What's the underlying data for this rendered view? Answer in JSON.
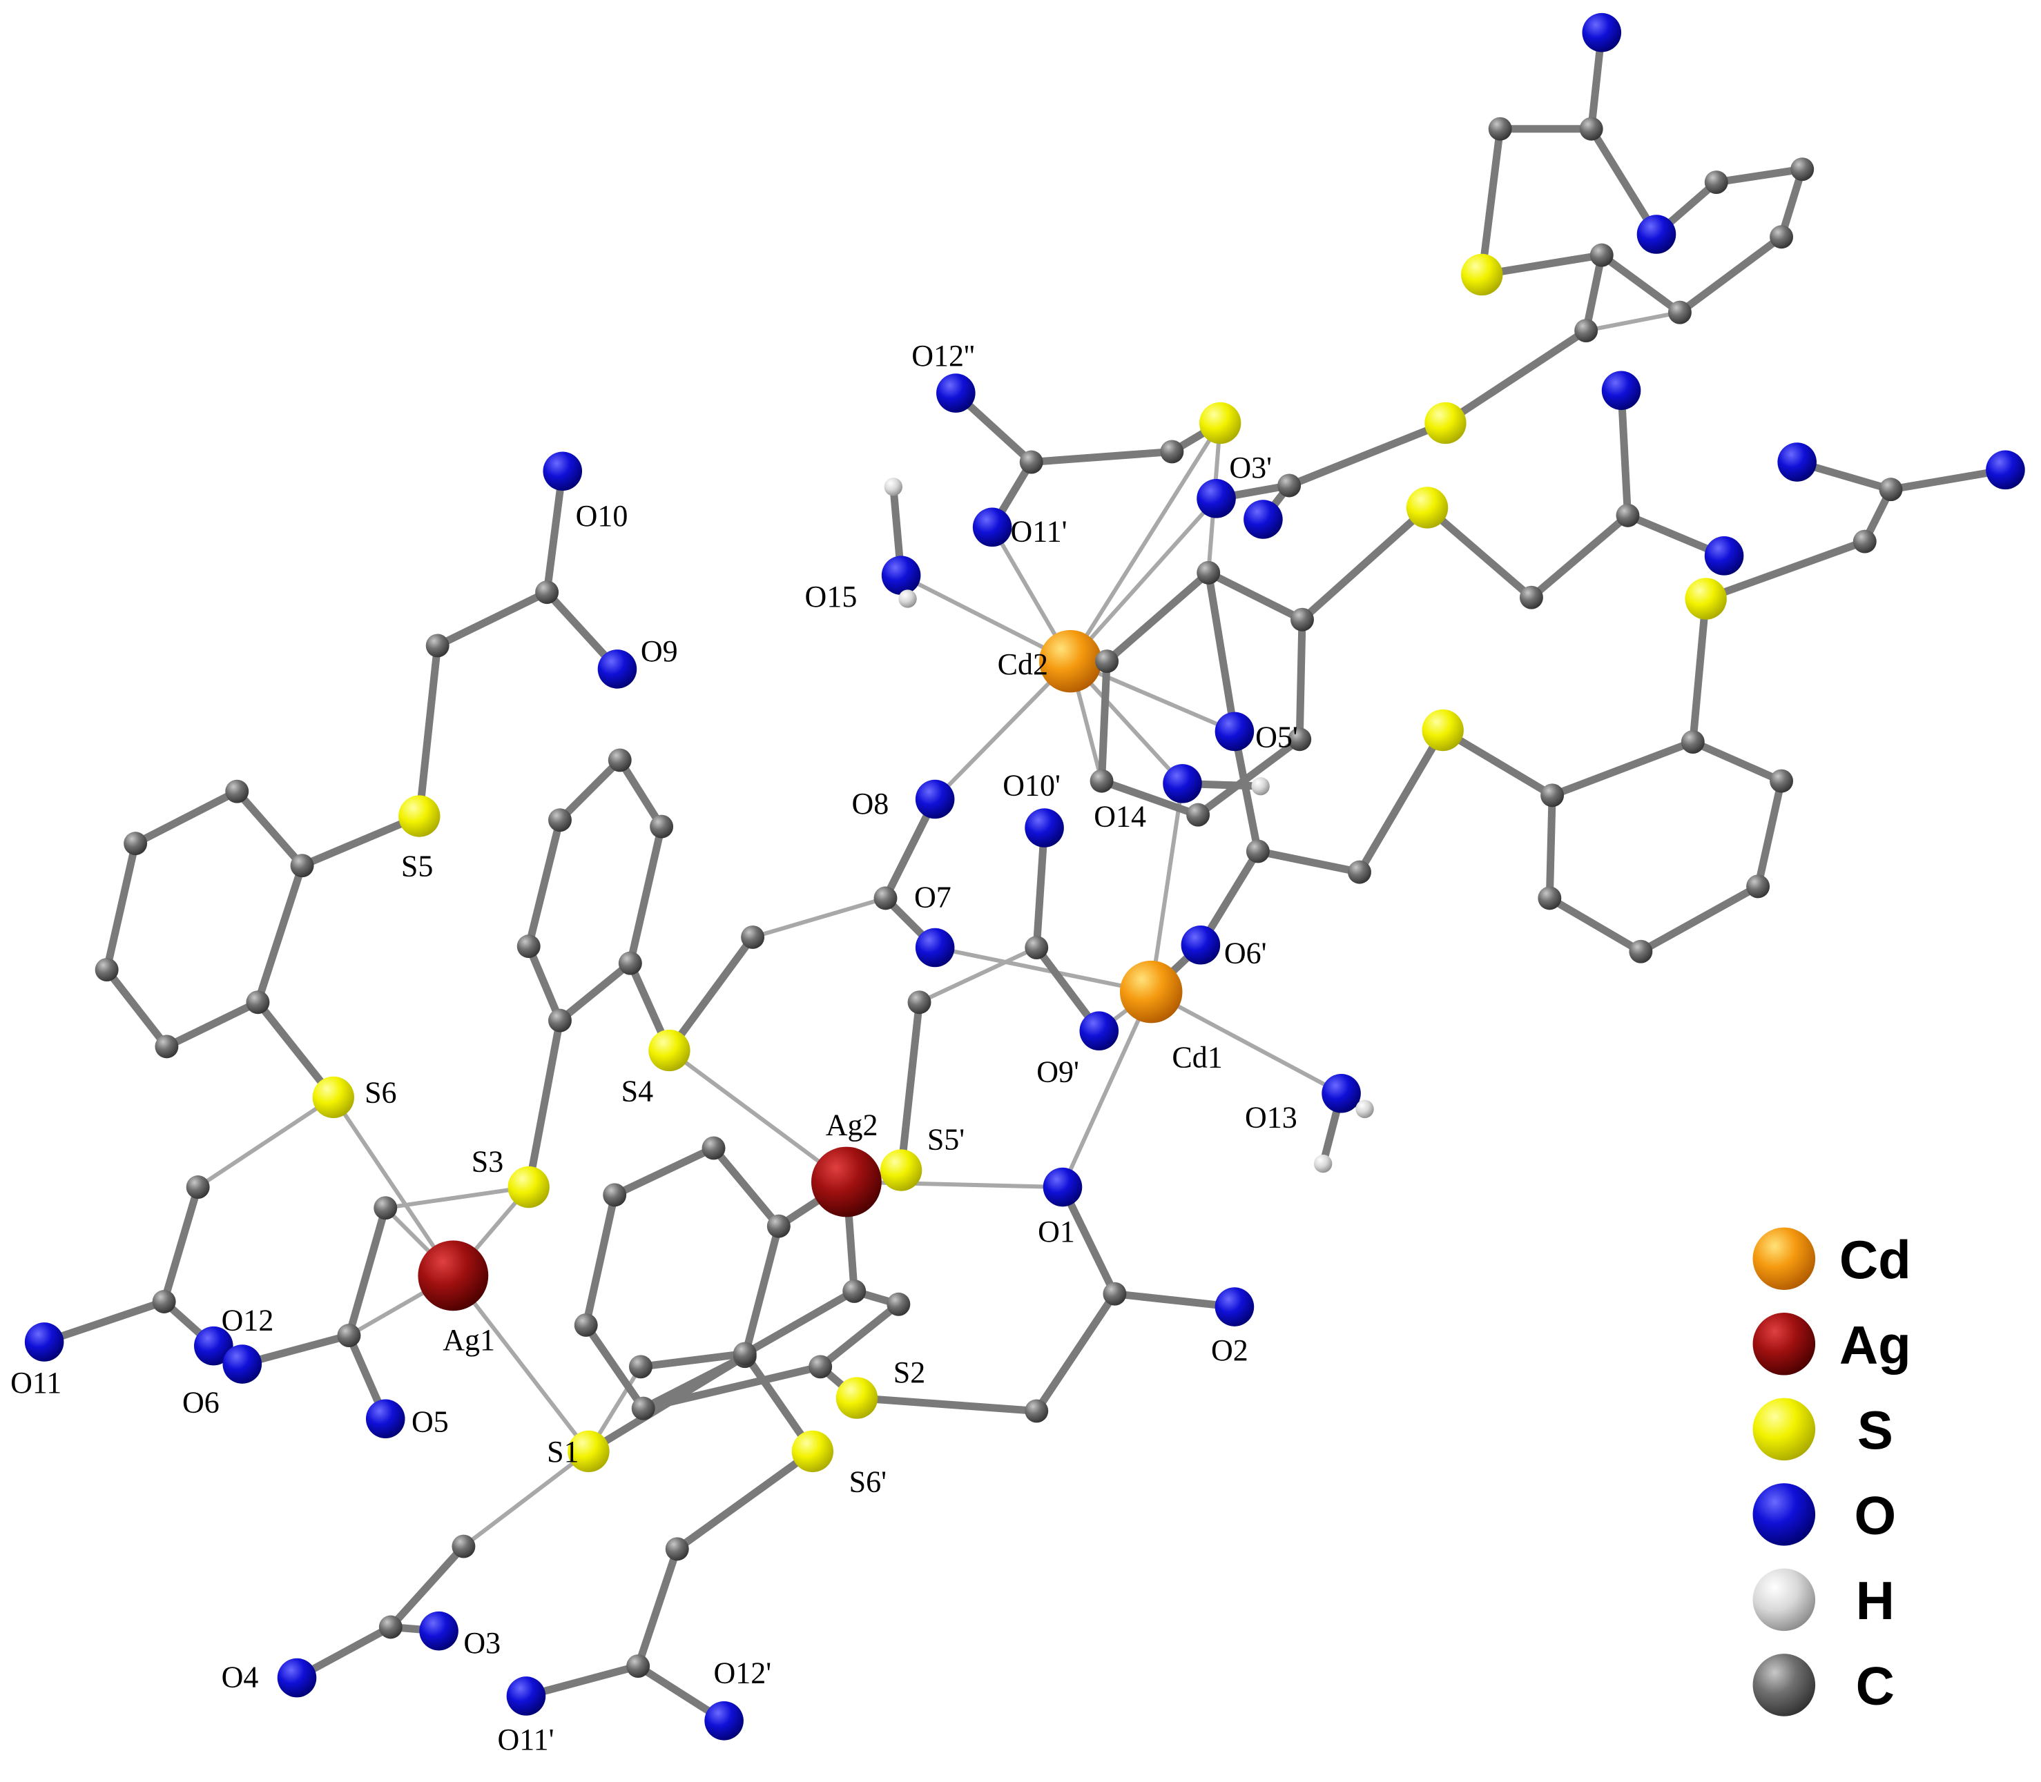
{
  "element_colors": {
    "Cd": "#f59a10",
    "Ag": "#a01010",
    "S": "#f2f200",
    "O": "#1010d8",
    "H": "#d8d8d8",
    "C": "#707070"
  },
  "legend": [
    {
      "symbol": "Cd",
      "label": "Cd"
    },
    {
      "symbol": "Ag",
      "label": "Ag"
    },
    {
      "symbol": "S",
      "label": "S"
    },
    {
      "symbol": "O",
      "label": "O"
    },
    {
      "symbol": "H",
      "label": "H"
    },
    {
      "symbol": "C",
      "label": "C"
    }
  ],
  "labels": {
    "Cd1": "Cd1",
    "Cd2": "Cd2",
    "Ag1": "Ag1",
    "Ag2": "Ag2",
    "S1": "S1",
    "S2": "S2",
    "S3": "S3",
    "S4": "S4",
    "S5": "S5",
    "S6": "S6",
    "S5p": "S5'",
    "S6p": "S6'",
    "O1": "O1",
    "O2": "O2",
    "O3": "O3",
    "O4": "O4",
    "O5": "O5",
    "O6": "O6",
    "O7": "O7",
    "O8": "O8",
    "O9": "O9",
    "O10": "O10",
    "O11": "O11",
    "O12": "O12",
    "O13": "O13",
    "O14": "O14",
    "O15": "O15",
    "O3p": "O3'",
    "O5p": "O5'",
    "O6p": "O6'",
    "O9p": "O9'",
    "O10p": "O10'",
    "O11p_top": "O11'",
    "O11p_bottom": "O11'",
    "O12p": "O12'",
    "O12pp": "O12''"
  }
}
